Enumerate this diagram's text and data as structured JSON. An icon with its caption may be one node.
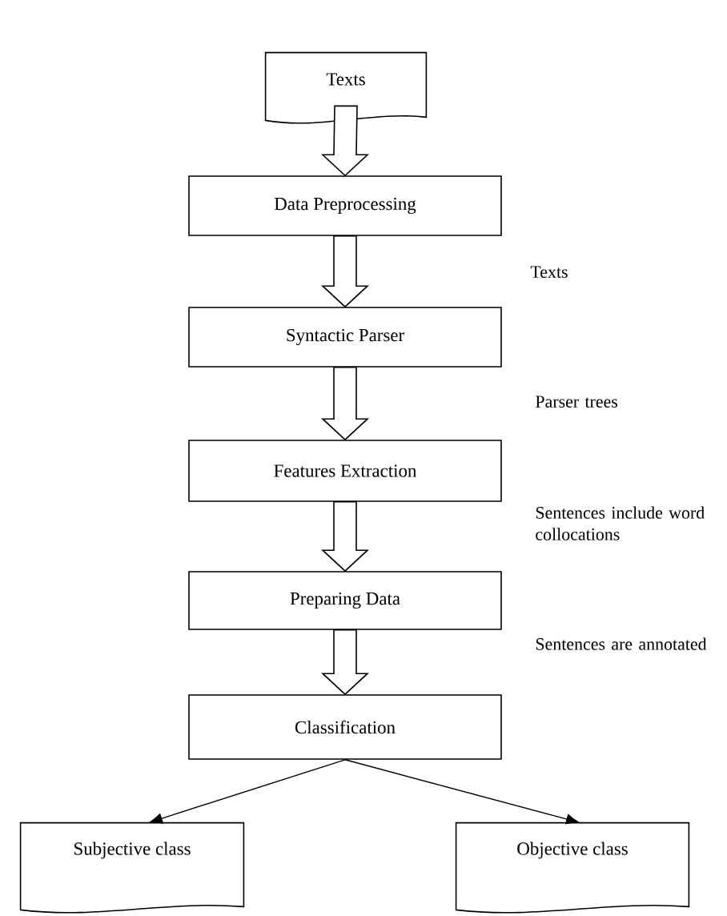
{
  "diagram": {
    "nodes": [
      {
        "text": [
          "Texts"
        ]
      },
      {
        "text": [
          "Data Preprocessing"
        ]
      },
      {
        "text": [
          "Syntactic Parser"
        ]
      },
      {
        "text": [
          "Features Extraction"
        ]
      },
      {
        "text": [
          "Preparing Data"
        ]
      },
      {
        "text": [
          "Classification"
        ]
      },
      {
        "text": [
          "Subjective class"
        ]
      },
      {
        "text": [
          "Objective class"
        ]
      }
    ],
    "edges": [
      {
        "from": 0,
        "to": 1,
        "arrow": "to",
        "style": "thick"
      },
      {
        "from": 1,
        "to": 2,
        "arrow": "to",
        "style": "thick"
      },
      {
        "from": 2,
        "to": 3,
        "arrow": "to",
        "style": "thick"
      },
      {
        "from": 3,
        "to": 4,
        "arrow": "to",
        "style": "thick"
      },
      {
        "from": 4,
        "to": 5,
        "arrow": "to",
        "style": "thick"
      },
      {
        "from": 5,
        "to": 6,
        "arrow": "to"
      },
      {
        "from": 5,
        "to": 7,
        "arrow": "to"
      }
    ],
    "labels": [
      "Texts",
      "Parser trees",
      "Sentences include word collocations",
      "Sentences are annotated"
    ]
  }
}
